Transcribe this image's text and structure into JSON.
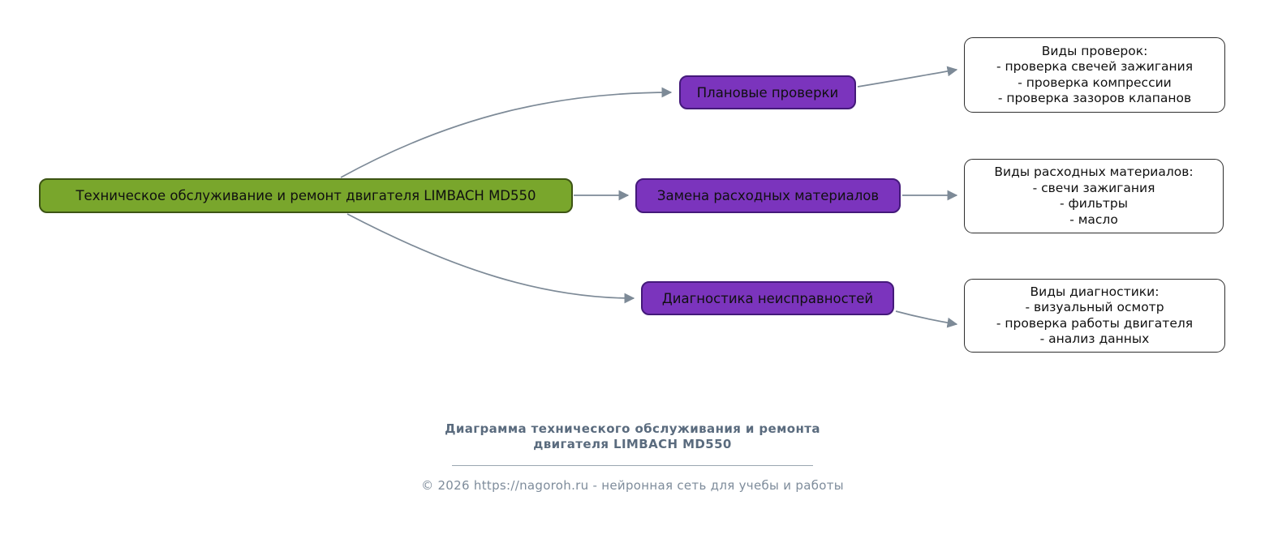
{
  "diagram": {
    "root": {
      "label": "Техническое обслуживание и ремонт двигателя LIMBACH MD550"
    },
    "branches": [
      {
        "label": "Плановые проверки",
        "details": [
          "Виды проверок:",
          "- проверка свечей зажигания",
          "- проверка компрессии",
          "- проверка зазоров клапанов"
        ]
      },
      {
        "label": "Замена расходных материалов",
        "details": [
          "Виды расходных материалов:",
          "- свечи зажигания",
          "- фильтры",
          "- масло"
        ]
      },
      {
        "label": "Диагностика неисправностей",
        "details": [
          "Виды диагностики:",
          "- визуальный осмотр",
          "- проверка работы двигателя",
          "- анализ данных"
        ]
      }
    ]
  },
  "footer": {
    "title_line1": "Диаграмма технического обслуживания и ремонта",
    "title_line2": "двигателя LIMBACH MD550",
    "copyright": "© 2026 https://nagoroh.ru - нейронная сеть для учебы и работы"
  },
  "colors": {
    "root_fill": "#79a62c",
    "root_border": "#3d5414",
    "branch_fill": "#7b34bd",
    "branch_border": "#44197a",
    "detail_border": "#2e2e2e",
    "arrow": "#7d8a97",
    "footer_title": "#5a6b7e",
    "footer_copyright": "#7e8c9b"
  }
}
